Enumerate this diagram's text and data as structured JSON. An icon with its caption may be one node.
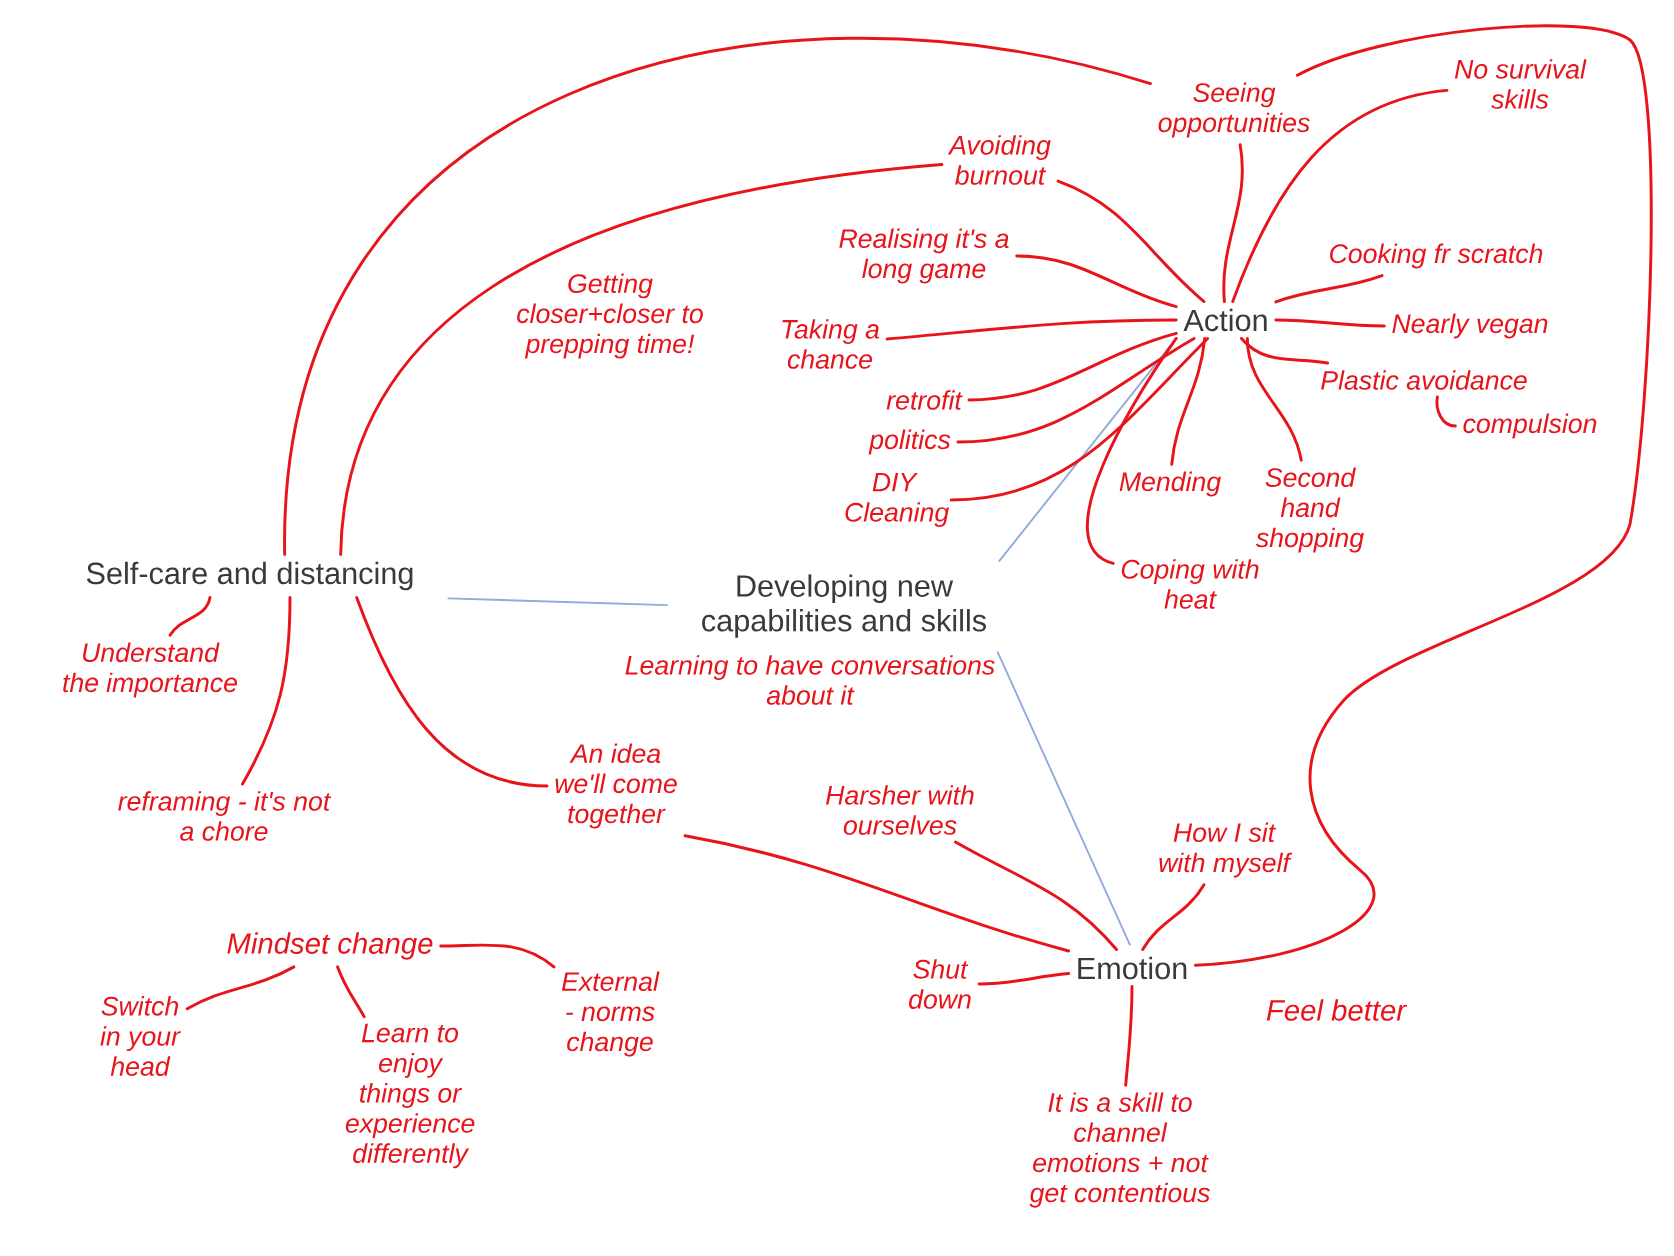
{
  "diagram": {
    "nodes": [
      {
        "text": [
          "Self-care and distancing"
        ]
      },
      {
        "text": [
          "Developing new capabilities and skills"
        ],
        "beside": [
          "Learning to have conversations about it"
        ]
      },
      {
        "text": [
          "Action"
        ]
      },
      {
        "text": [
          "Emotion"
        ]
      },
      {
        "text": [
          "Avoiding burnout"
        ]
      },
      {
        "text": [
          "Seeing opportunities"
        ]
      },
      {
        "text": [
          "No survival skills"
        ]
      },
      {
        "text": [
          "Realising it's a long game"
        ]
      },
      {
        "text": [
          "Taking a chance"
        ]
      },
      {
        "text": [
          "retrofit"
        ]
      },
      {
        "text": [
          "politics"
        ]
      },
      {
        "text": [
          "DIY Cleaning"
        ]
      },
      {
        "text": [
          "Cooking fr scratch"
        ]
      },
      {
        "text": [
          "Nearly vegan"
        ]
      },
      {
        "text": [
          "Plastic avoidance"
        ]
      },
      {
        "text": [
          "compulsion"
        ]
      },
      {
        "text": [
          "Mending"
        ]
      },
      {
        "text": [
          "Second hand shopping"
        ]
      },
      {
        "text": [
          "Coping with heat"
        ]
      },
      {
        "text": [
          "Understand the importance"
        ]
      },
      {
        "text": [
          "reframing - it's not a chore"
        ]
      },
      {
        "text": [
          "An idea we'll come together"
        ]
      },
      {
        "text": [
          "Harsher with ourselves"
        ]
      },
      {
        "text": [
          "How I sit with myself"
        ]
      },
      {
        "text": [
          "Shut down"
        ]
      },
      {
        "text": [
          "It is a skill to channel emotions + not get contentious"
        ]
      },
      {
        "text": [
          "Mindset change"
        ]
      },
      {
        "text": [
          "Switch in your head"
        ]
      },
      {
        "text": [
          "Learn to enjoy things or experience differently"
        ]
      },
      {
        "text": [
          "External - norms change"
        ]
      }
    ],
    "edges": [
      {
        "from": 0,
        "to": 1,
        "arrow": "none",
        "color": "#8faadc"
      },
      {
        "from": 1,
        "to": 2,
        "arrow": "none",
        "color": "#8faadc"
      },
      {
        "from": 1,
        "to": 3,
        "arrow": "none",
        "color": "#8faadc"
      },
      {
        "from": 0,
        "to": 5,
        "arrow": "none"
      },
      {
        "from": 0,
        "to": 4,
        "arrow": "none"
      },
      {
        "from": 5,
        "to": 3,
        "arrow": "none"
      },
      {
        "from": 2,
        "to": 4,
        "arrow": "none"
      },
      {
        "from": 2,
        "to": 5,
        "arrow": "none"
      },
      {
        "from": 2,
        "to": 6,
        "arrow": "none"
      },
      {
        "from": 2,
        "to": 7,
        "arrow": "none"
      },
      {
        "from": 2,
        "to": 8,
        "arrow": "none"
      },
      {
        "from": 2,
        "to": 9,
        "arrow": "none"
      },
      {
        "from": 2,
        "to": 10,
        "arrow": "none"
      },
      {
        "from": 2,
        "to": 11,
        "arrow": "none"
      },
      {
        "from": 2,
        "to": 12,
        "arrow": "none"
      },
      {
        "from": 2,
        "to": 13,
        "arrow": "none"
      },
      {
        "from": 2,
        "to": 14,
        "arrow": "none"
      },
      {
        "from": 14,
        "to": 15,
        "arrow": "none"
      },
      {
        "from": 2,
        "to": 16,
        "arrow": "none"
      },
      {
        "from": 2,
        "to": 17,
        "arrow": "none"
      },
      {
        "from": 2,
        "to": 18,
        "arrow": "none"
      },
      {
        "from": 0,
        "to": 19,
        "arrow": "none"
      },
      {
        "from": 0,
        "to": 20,
        "arrow": "none"
      },
      {
        "from": 0,
        "to": 21,
        "arrow": "none"
      },
      {
        "from": 21,
        "to": 3,
        "arrow": "none"
      },
      {
        "from": 22,
        "to": 3,
        "arrow": "none"
      },
      {
        "from": 23,
        "to": 3,
        "arrow": "none"
      },
      {
        "from": 24,
        "to": 3,
        "arrow": "none"
      },
      {
        "from": 25,
        "to": 3,
        "arrow": "none"
      },
      {
        "from": 26,
        "to": 27,
        "arrow": "none"
      },
      {
        "from": 26,
        "to": 28,
        "arrow": "none"
      },
      {
        "from": 26,
        "to": 29,
        "arrow": "none"
      }
    ],
    "labels": [
      "Getting closer+closer to prepping time!",
      "Feel better"
    ]
  }
}
